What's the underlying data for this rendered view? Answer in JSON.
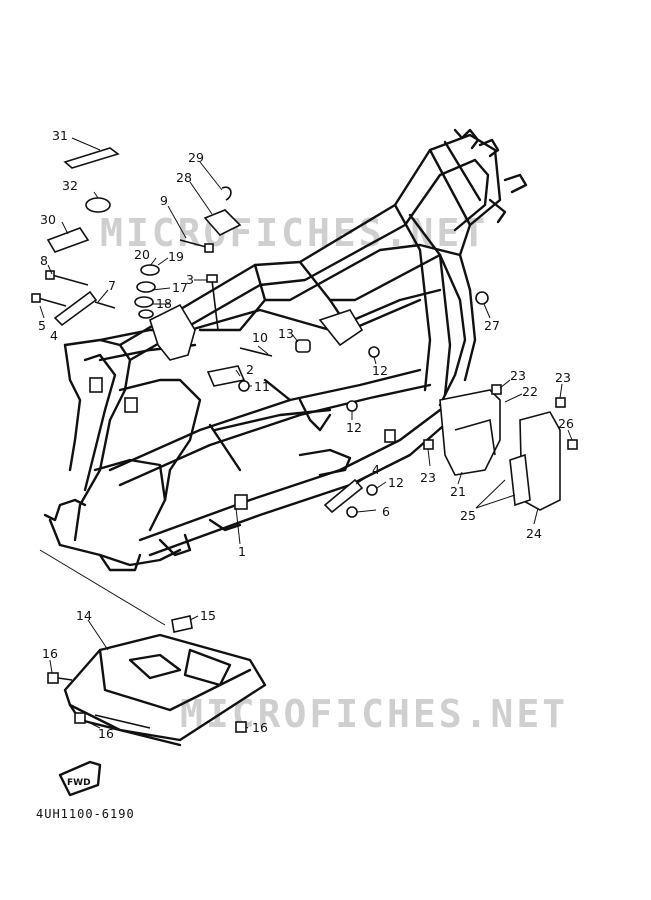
{
  "diagram": {
    "diagram_code": "4UH1100-6190",
    "watermarks": [
      "MICROFICHES.NET",
      "MICROFICHES.NET"
    ],
    "fwd_label": "FWD",
    "callouts": {
      "c31": "31",
      "c32": "32",
      "c30": "30",
      "c29": "29",
      "c28": "28",
      "c9": "9",
      "c8": "8",
      "c20": "20",
      "c19": "19",
      "c7": "7",
      "c17": "17",
      "c18": "18",
      "c5": "5",
      "c4a": "4",
      "c3": "3",
      "c10": "10",
      "c13": "13",
      "c2": "2",
      "c11": "11",
      "c12a": "12",
      "c12b": "12",
      "c12c": "12",
      "c27": "27",
      "c23a": "23",
      "c22": "22",
      "c23b": "23",
      "c23c": "23",
      "c26": "26",
      "c21": "21",
      "c25": "25",
      "c24": "24",
      "c4b": "4",
      "c6": "6",
      "c1": "1",
      "c14": "14",
      "c15": "15",
      "c16a": "16",
      "c16b": "16",
      "c16c": "16"
    }
  }
}
